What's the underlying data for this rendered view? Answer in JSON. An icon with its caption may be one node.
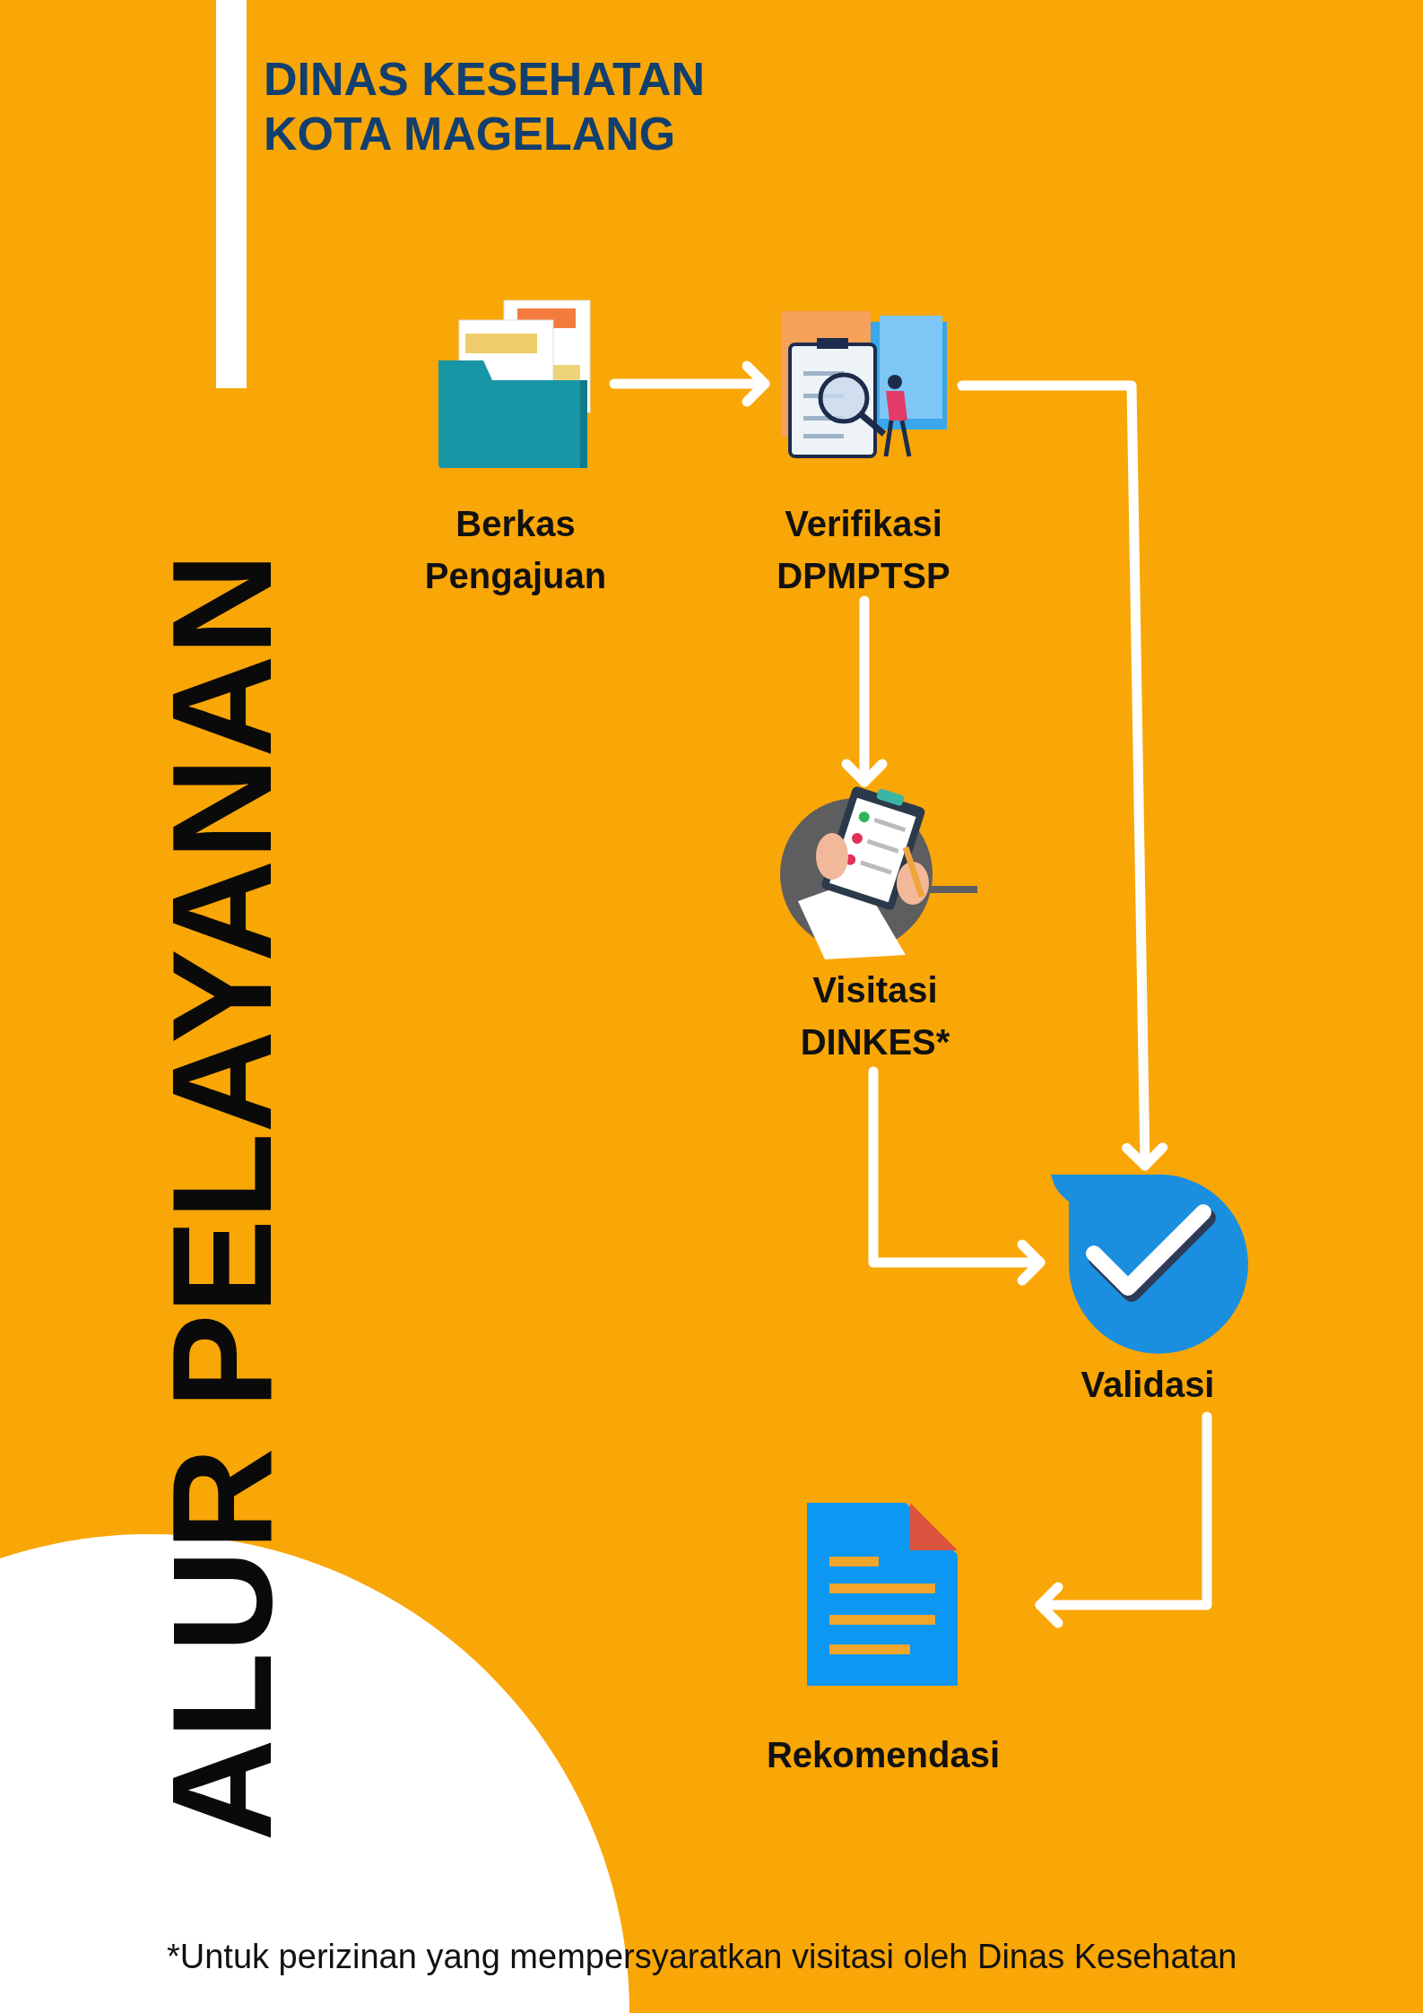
{
  "diagram": {
    "title": "ALUR PELAYANAN",
    "nodes": [
      {
        "text": [
          "Berkas Pengajuan"
        ]
      },
      {
        "text": [
          "Verifikasi DPMPTSP"
        ]
      },
      {
        "text": [
          "Visitasi DINKES*"
        ]
      },
      {
        "text": [
          "Validasi"
        ]
      },
      {
        "text": [
          "Rekomendasi"
        ]
      }
    ],
    "edges": [
      {
        "from": 0,
        "to": 1,
        "arrow": "to"
      },
      {
        "from": 1,
        "to": 3,
        "arrow": "to"
      },
      {
        "from": 1,
        "to": 2,
        "arrow": "to"
      },
      {
        "from": 2,
        "to": 3,
        "arrow": "to"
      },
      {
        "from": 3,
        "to": 4,
        "arrow": "to"
      }
    ],
    "labels": [
      "DINAS KESEHATAN KOTA MAGELANG",
      "*Untuk perizinan yang mempersyaratkan visitasi oleh Dinas Kesehatan"
    ]
  }
}
